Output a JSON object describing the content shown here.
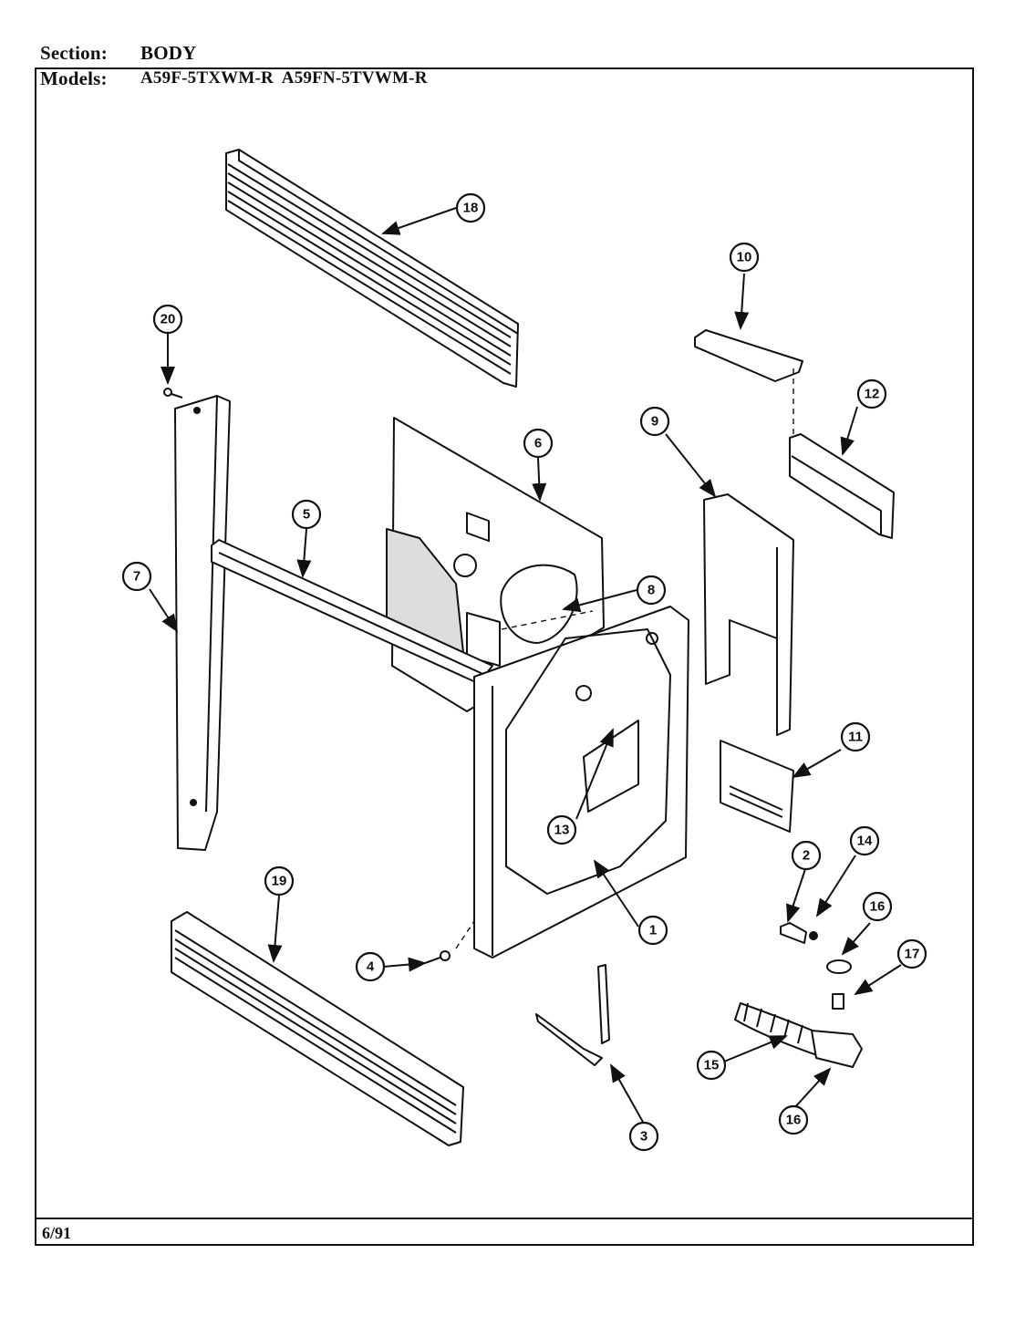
{
  "header": {
    "section_label": "Section:",
    "section_value": "BODY",
    "models_label": "Models:",
    "models_value": "A59F-5TXWM-R  A59FN-5TVWM-R"
  },
  "footer": {
    "date": "6/91"
  },
  "callouts": [
    "18",
    "20",
    "10",
    "12",
    "6",
    "9",
    "5",
    "7",
    "8",
    "11",
    "13",
    "14",
    "2",
    "1",
    "19",
    "16",
    "4",
    "17",
    "15",
    "16",
    "3"
  ],
  "colors": {
    "ink": "#111111",
    "paper": "#ffffff"
  }
}
